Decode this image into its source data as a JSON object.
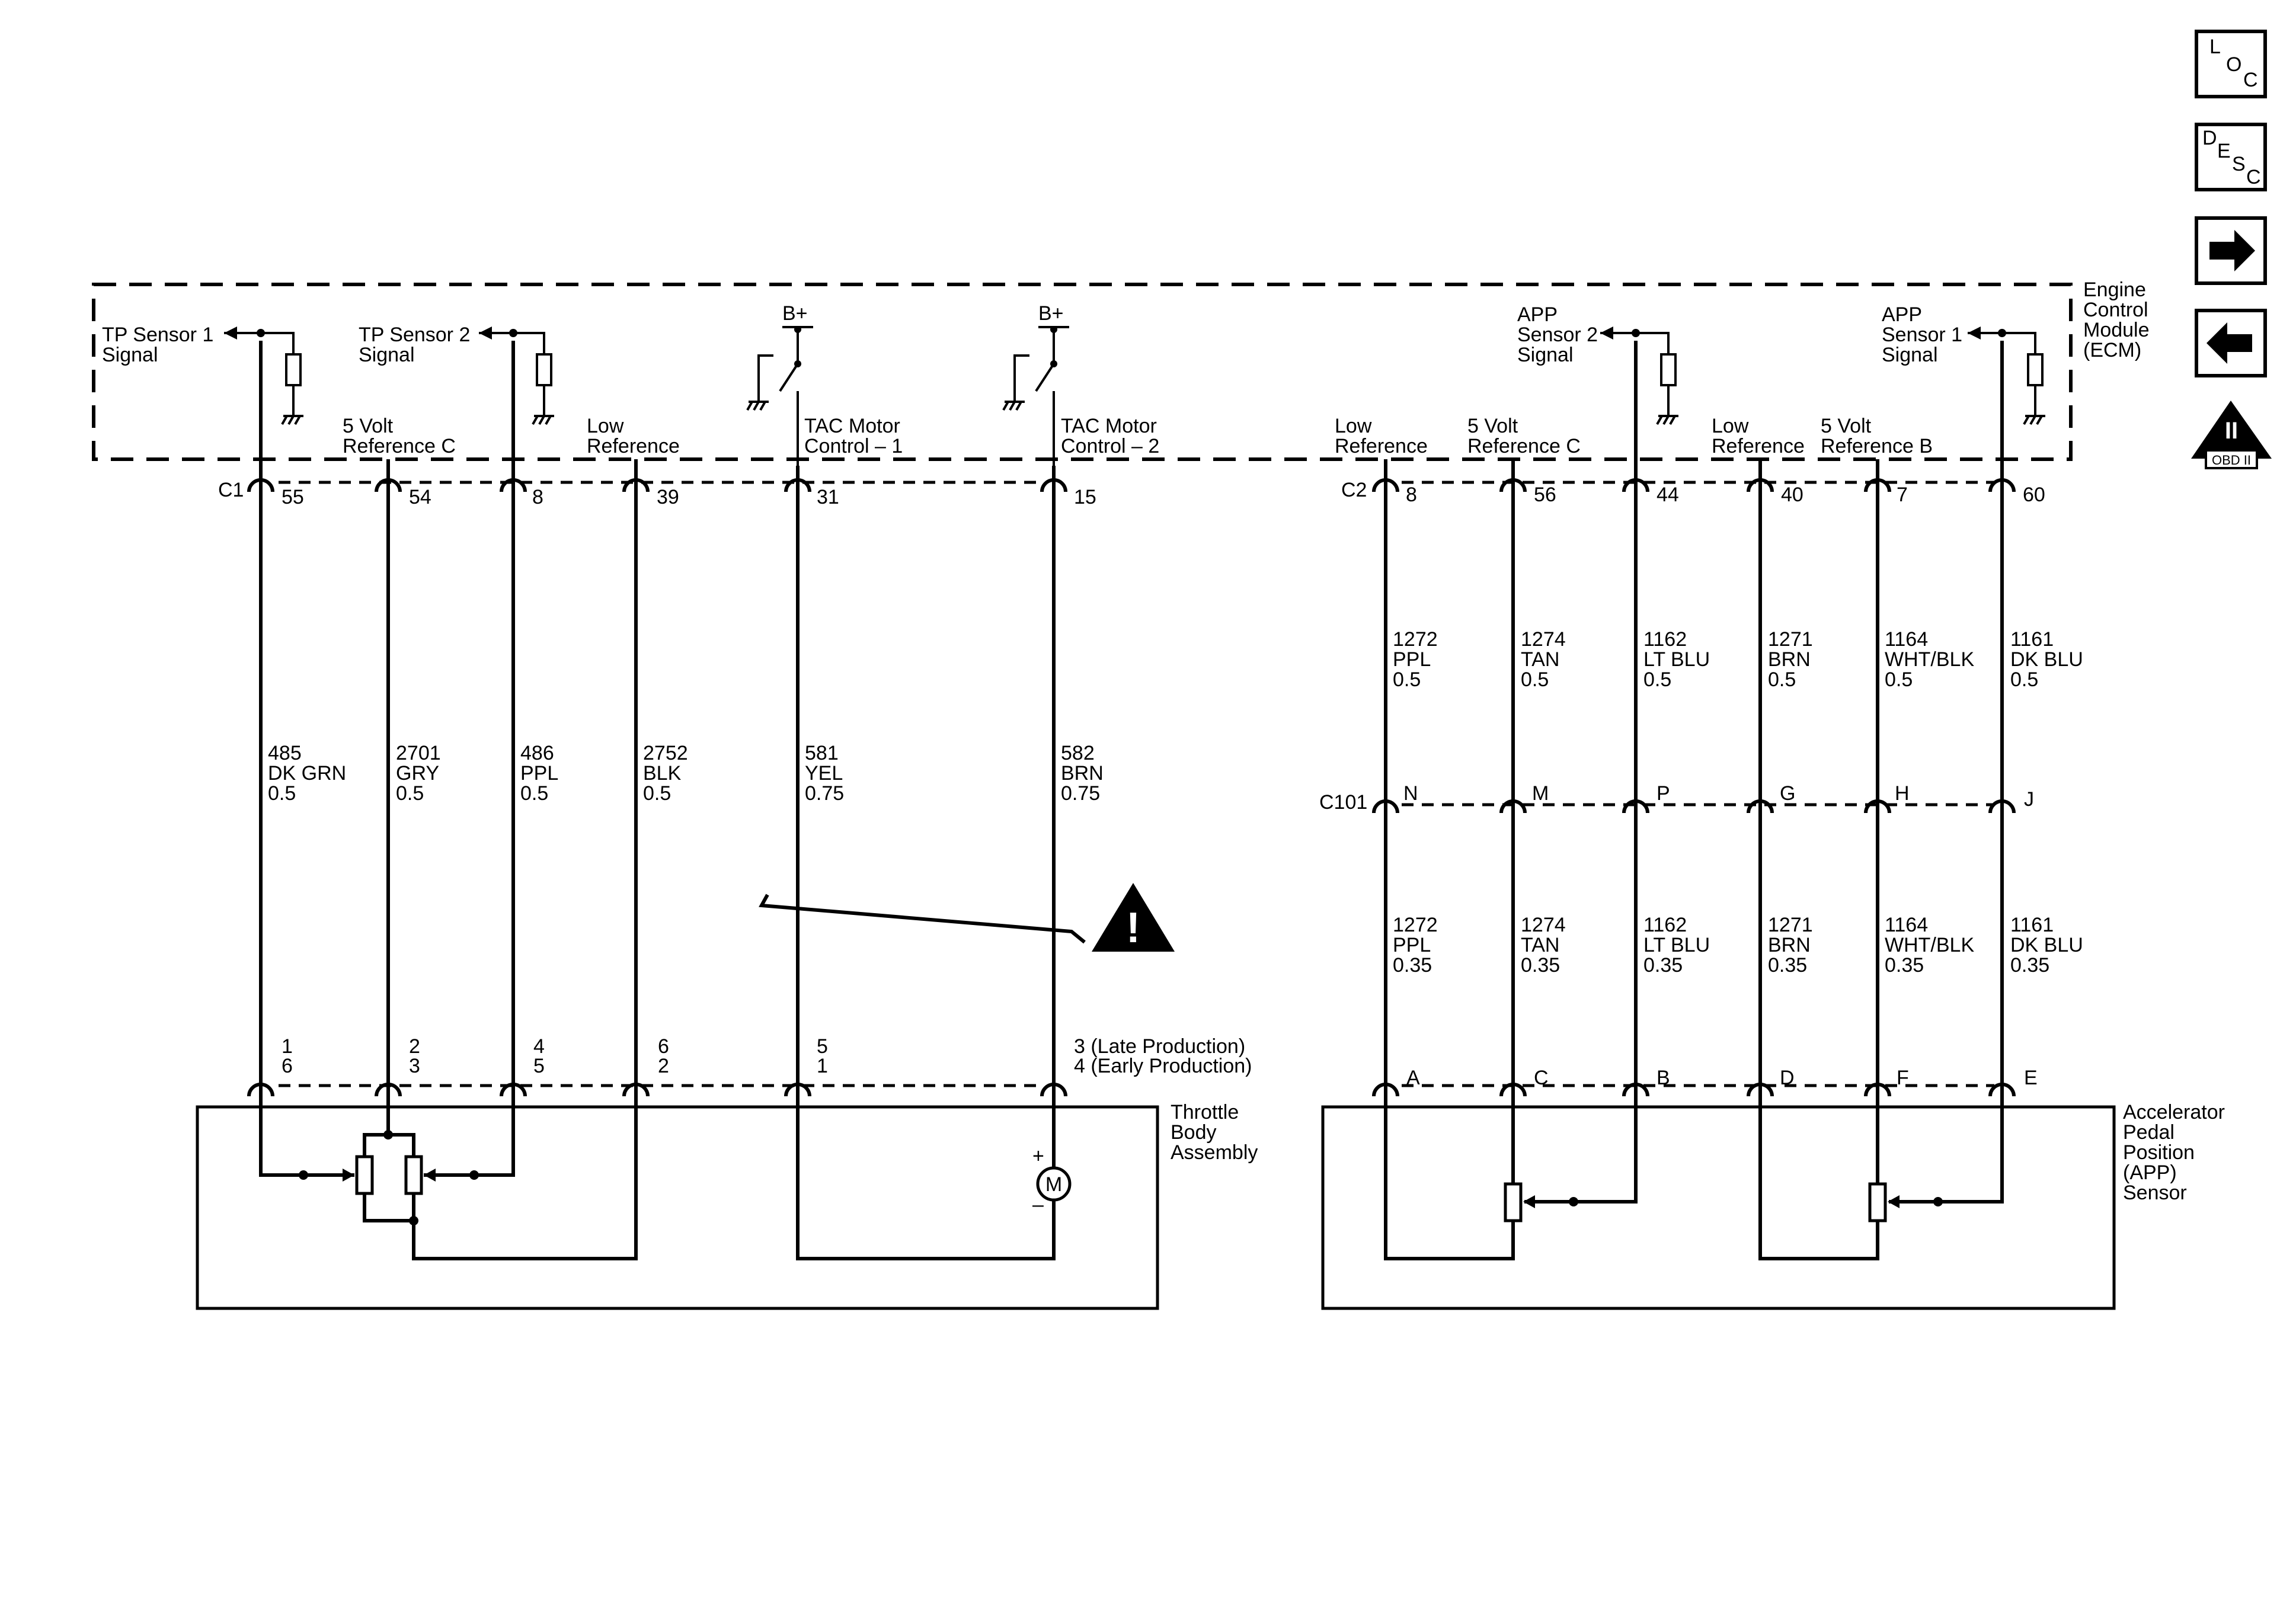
{
  "nav": {
    "loc": {
      "letters": [
        "L",
        "O",
        "C"
      ]
    },
    "desc": {
      "letters": [
        "D",
        "E",
        "S",
        "C"
      ]
    },
    "obd": {
      "roman": "II",
      "label": "OBD II"
    }
  },
  "ecm": {
    "label": [
      "Engine",
      "Control",
      "Module",
      "(ECM)"
    ],
    "signals_left": [
      {
        "id": "tp1",
        "label": [
          "TP Sensor 1",
          "Signal"
        ]
      },
      {
        "id": "tp2",
        "label": [
          "TP Sensor 2",
          "Signal"
        ]
      }
    ],
    "signals_right": [
      {
        "id": "app2",
        "label": [
          "APP",
          "Sensor 2",
          "Signal"
        ]
      },
      {
        "id": "app1",
        "label": [
          "APP",
          "Sensor 1",
          "Signal"
        ]
      }
    ],
    "bplus": "B+",
    "circuit_labels_left": [
      [
        "5 Volt",
        "Reference C"
      ],
      [
        "Low",
        "Reference"
      ],
      [
        "TAC Motor",
        "Control – 1"
      ],
      [
        "TAC Motor",
        "Control – 2"
      ]
    ],
    "circuit_labels_right": [
      [
        "Low",
        "Reference"
      ],
      [
        "5 Volt",
        "Reference C"
      ],
      [
        "Low",
        "Reference"
      ],
      [
        "5 Volt",
        "Reference B"
      ]
    ]
  },
  "connectors": {
    "c1": "C1",
    "c2": "C2",
    "c101": "C101"
  },
  "c1_pins": [
    "55",
    "54",
    "8",
    "39",
    "31",
    "15"
  ],
  "c2_pins": [
    "8",
    "56",
    "44",
    "40",
    "7",
    "60"
  ],
  "c101_pins": [
    "N",
    "M",
    "P",
    "G",
    "H",
    "J"
  ],
  "app_pins": [
    "A",
    "C",
    "B",
    "D",
    "F",
    "E"
  ],
  "left_wires": [
    [
      "485",
      "DK GRN",
      "0.5"
    ],
    [
      "2701",
      "GRY",
      "0.5"
    ],
    [
      "486",
      "PPL",
      "0.5"
    ],
    [
      "2752",
      "BLK",
      "0.5"
    ],
    [
      "581",
      "YEL",
      "0.75"
    ],
    [
      "582",
      "BRN",
      "0.75"
    ]
  ],
  "right_wires_upper": [
    [
      "1272",
      "PPL",
      "0.5"
    ],
    [
      "1274",
      "TAN",
      "0.5"
    ],
    [
      "1162",
      "LT BLU",
      "0.5"
    ],
    [
      "1271",
      "BRN",
      "0.5"
    ],
    [
      "1164",
      "WHT/BLK",
      "0.5"
    ],
    [
      "1161",
      "DK BLU",
      "0.5"
    ]
  ],
  "right_wires_lower": [
    [
      "1272",
      "PPL",
      "0.35"
    ],
    [
      "1274",
      "TAN",
      "0.35"
    ],
    [
      "1162",
      "LT BLU",
      "0.35"
    ],
    [
      "1271",
      "BRN",
      "0.35"
    ],
    [
      "1164",
      "WHT/BLK",
      "0.35"
    ],
    [
      "1161",
      "DK BLU",
      "0.35"
    ]
  ],
  "throttle_pins": [
    [
      "1",
      "6"
    ],
    [
      "2",
      "3"
    ],
    [
      "4",
      "5"
    ],
    [
      "6",
      "2"
    ],
    [
      "5",
      "1"
    ],
    [
      "3 (Late Production)",
      "4 (Early Production)"
    ]
  ],
  "throttle_body": {
    "label": [
      "Throttle",
      "Body",
      "Assembly"
    ],
    "motor": "M",
    "plus": "+",
    "minus": "–"
  },
  "app_sensor": {
    "label": [
      "Accelerator",
      "Pedal",
      "Position",
      "(APP)",
      "Sensor"
    ]
  },
  "warning": {
    "glyph": "!"
  }
}
